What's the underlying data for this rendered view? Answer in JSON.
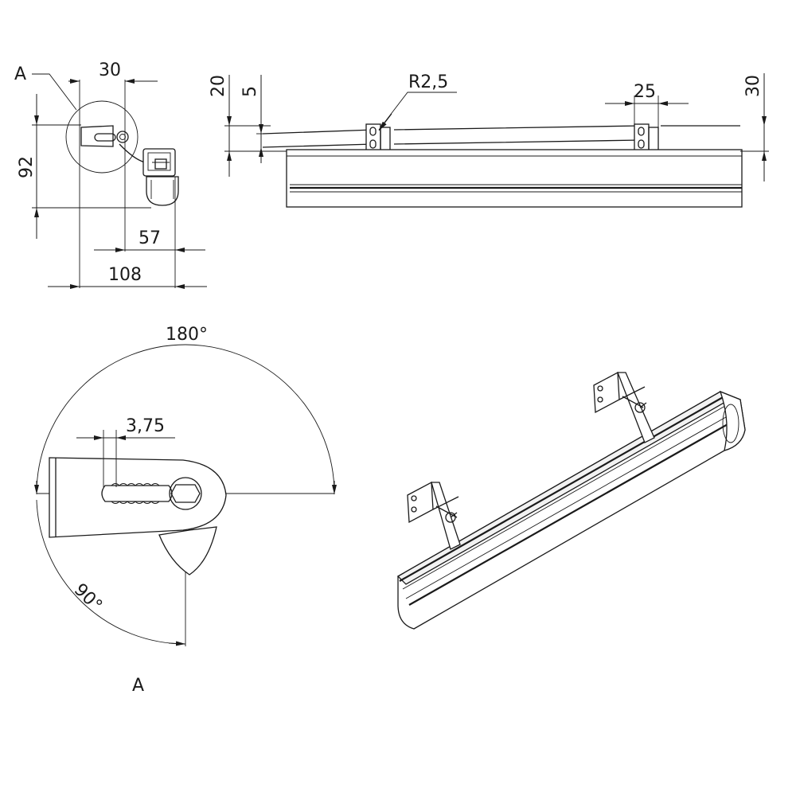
{
  "labels": {
    "detail_ref_top": "A",
    "detail_ref_bottom": "A",
    "dim_bracket_width": "30",
    "dim_side_height": "92",
    "dim_lamp_offset": "57",
    "dim_total_depth": "108",
    "dim_arm_20": "20",
    "dim_arm_5": "5",
    "radius": "R2,5",
    "dim_bracket_25": "25",
    "dim_right_30": "30",
    "angle_180": "180°",
    "dim_slot": "3,75",
    "angle_90": "90°"
  }
}
